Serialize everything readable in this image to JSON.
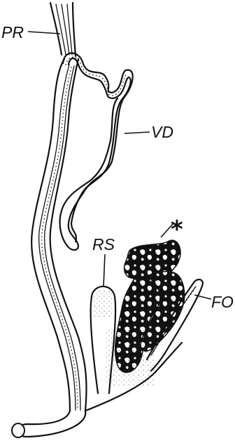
{
  "figure": {
    "labels": {
      "pr": "PR",
      "vd": "VD",
      "rs": "RS",
      "fo": "FO",
      "star": "*"
    },
    "colors": {
      "ink": "#111111",
      "paper": "#ffffff"
    }
  }
}
